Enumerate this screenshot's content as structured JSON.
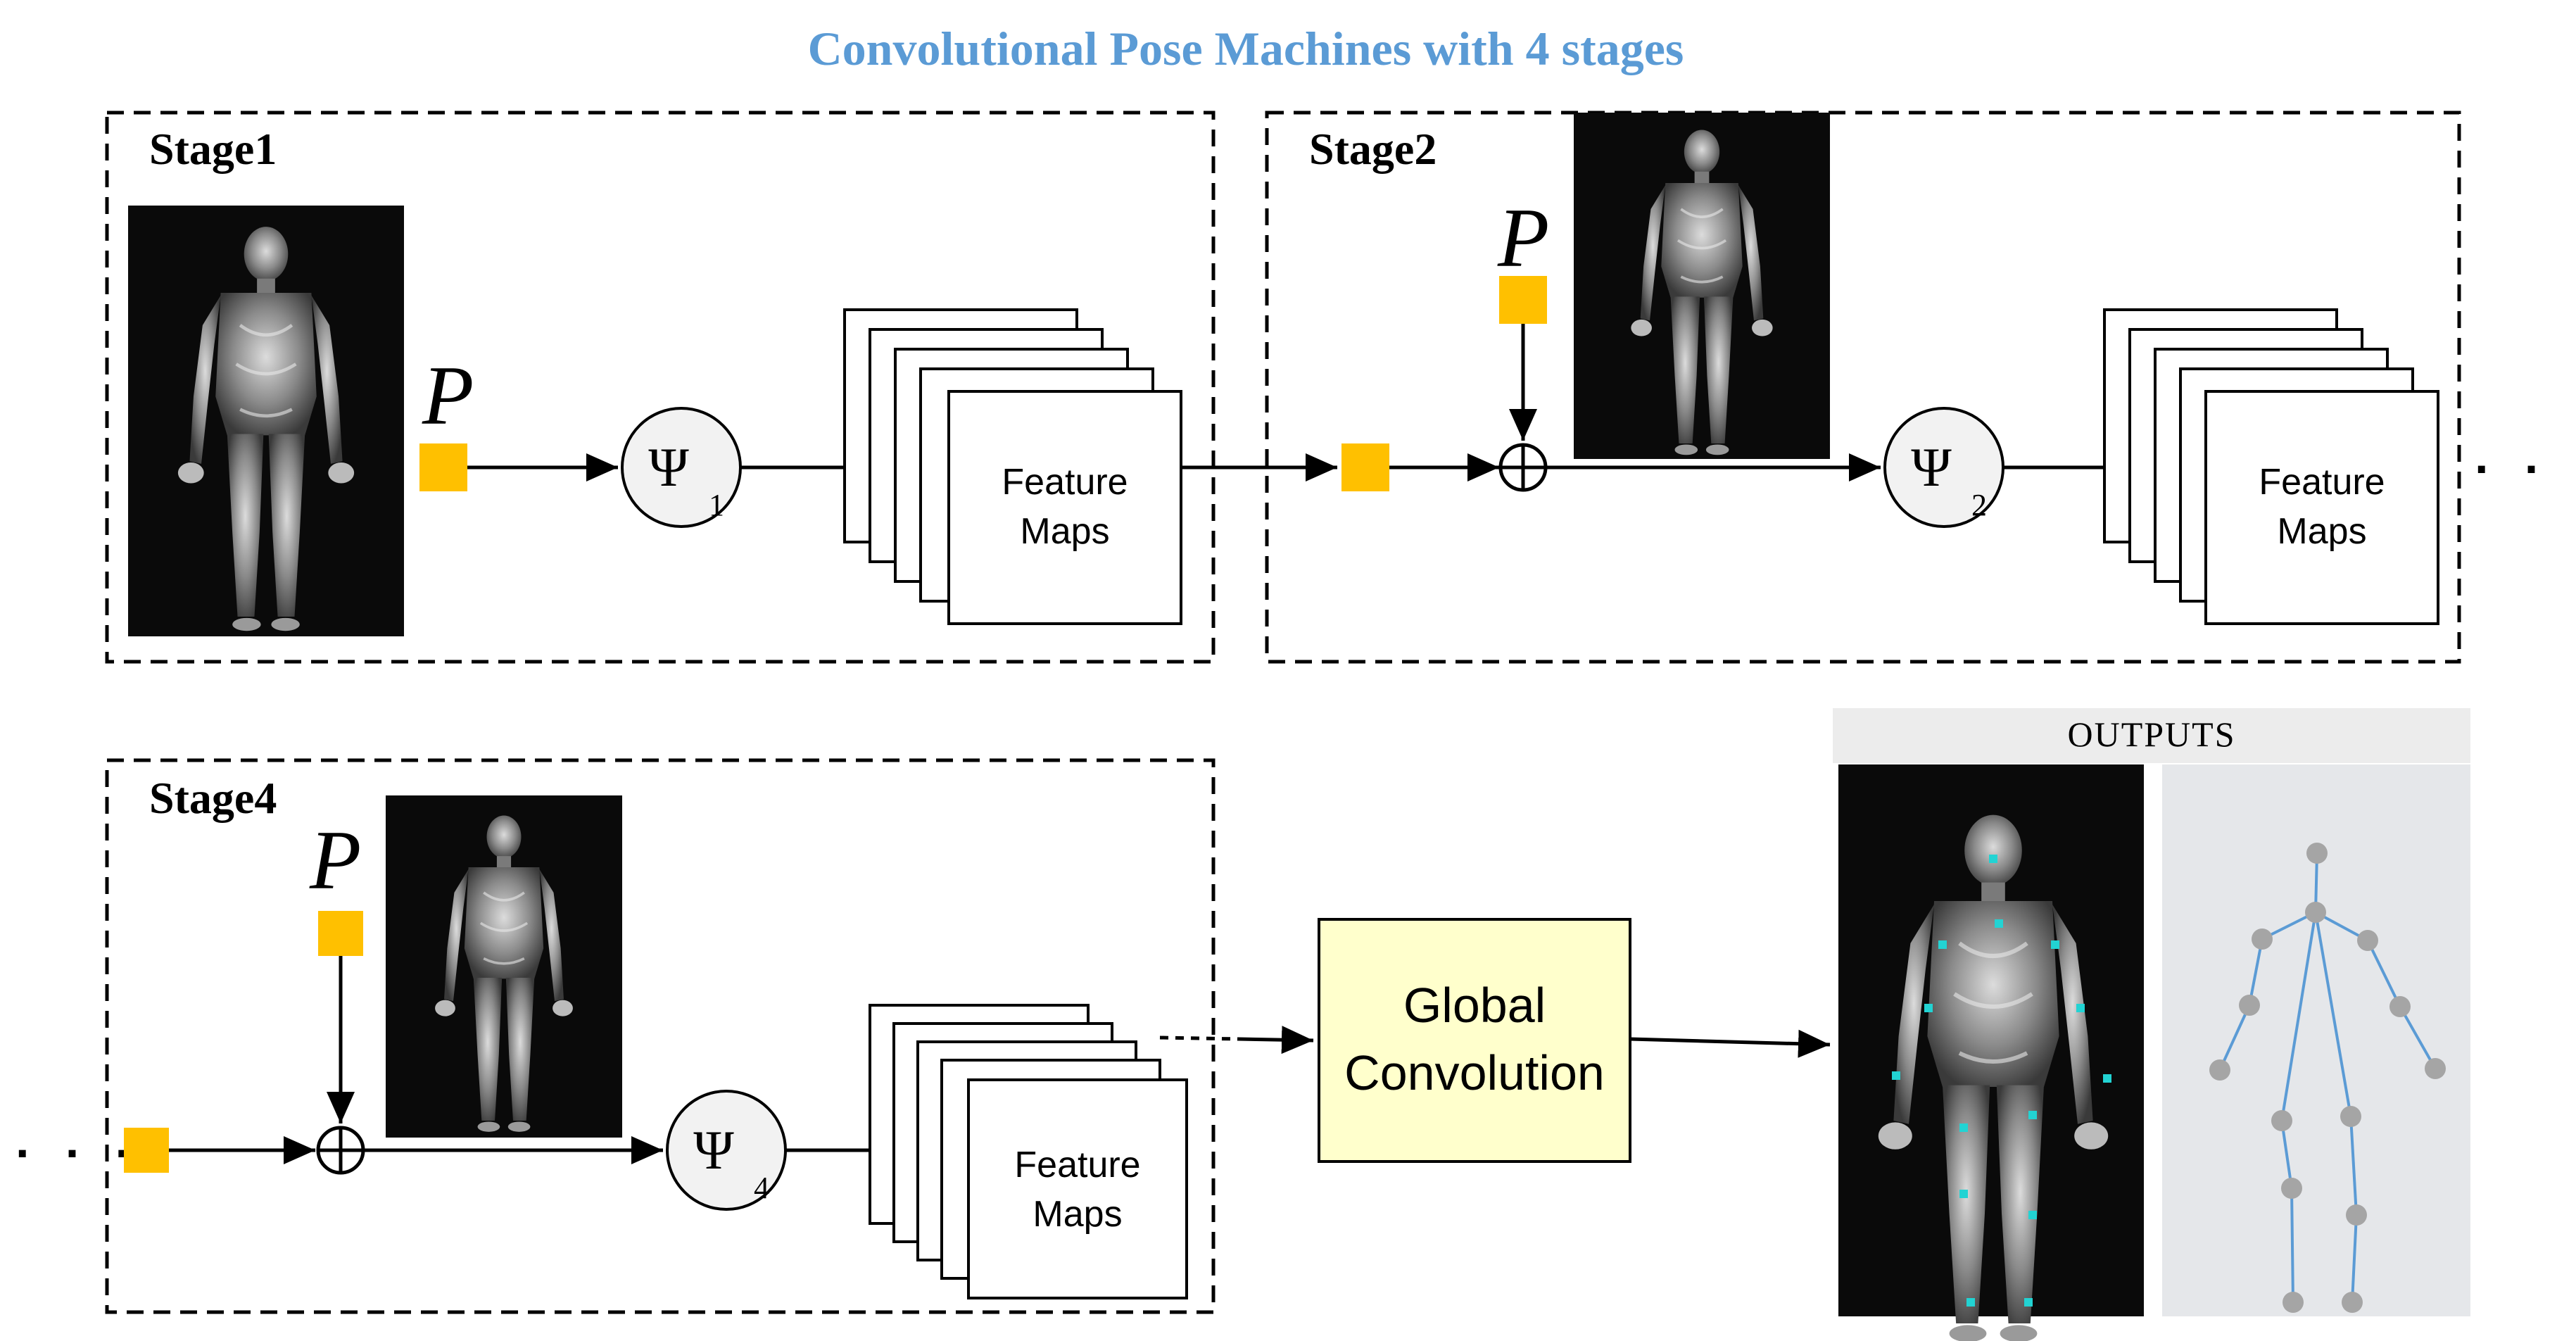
{
  "title": "Convolutional Pose Machines with 4 stages",
  "colors": {
    "title": "#5b9bd5",
    "prior_box": "#ffc000",
    "global_conv_fill": "#ffffcc",
    "outputs_header_bg": "#ececec",
    "skeleton_bg": "#e5e7ea",
    "skeleton_line": "#5b9bd5",
    "skeleton_joint": "#a5a5a5",
    "keypoint": "#22d3d3"
  },
  "stages": [
    {
      "label": "Stage1",
      "prior_label": "P",
      "psi_symbol": "Ψ",
      "psi_sub": "1",
      "feature_maps_line1": "Feature",
      "feature_maps_line2": "Maps"
    },
    {
      "label": "Stage2",
      "prior_label": "P",
      "psi_symbol": "Ψ",
      "psi_sub": "2",
      "feature_maps_line1": "Feature",
      "feature_maps_line2": "Maps"
    },
    {
      "label": "Stage4",
      "prior_label": "P",
      "psi_symbol": "Ψ",
      "psi_sub": "4",
      "feature_maps_line1": "Feature",
      "feature_maps_line2": "Maps"
    }
  ],
  "continuation": "· · ·",
  "global_conv": {
    "line1": "Global",
    "line2": "Convolution"
  },
  "outputs_label": "OUTPUTS"
}
